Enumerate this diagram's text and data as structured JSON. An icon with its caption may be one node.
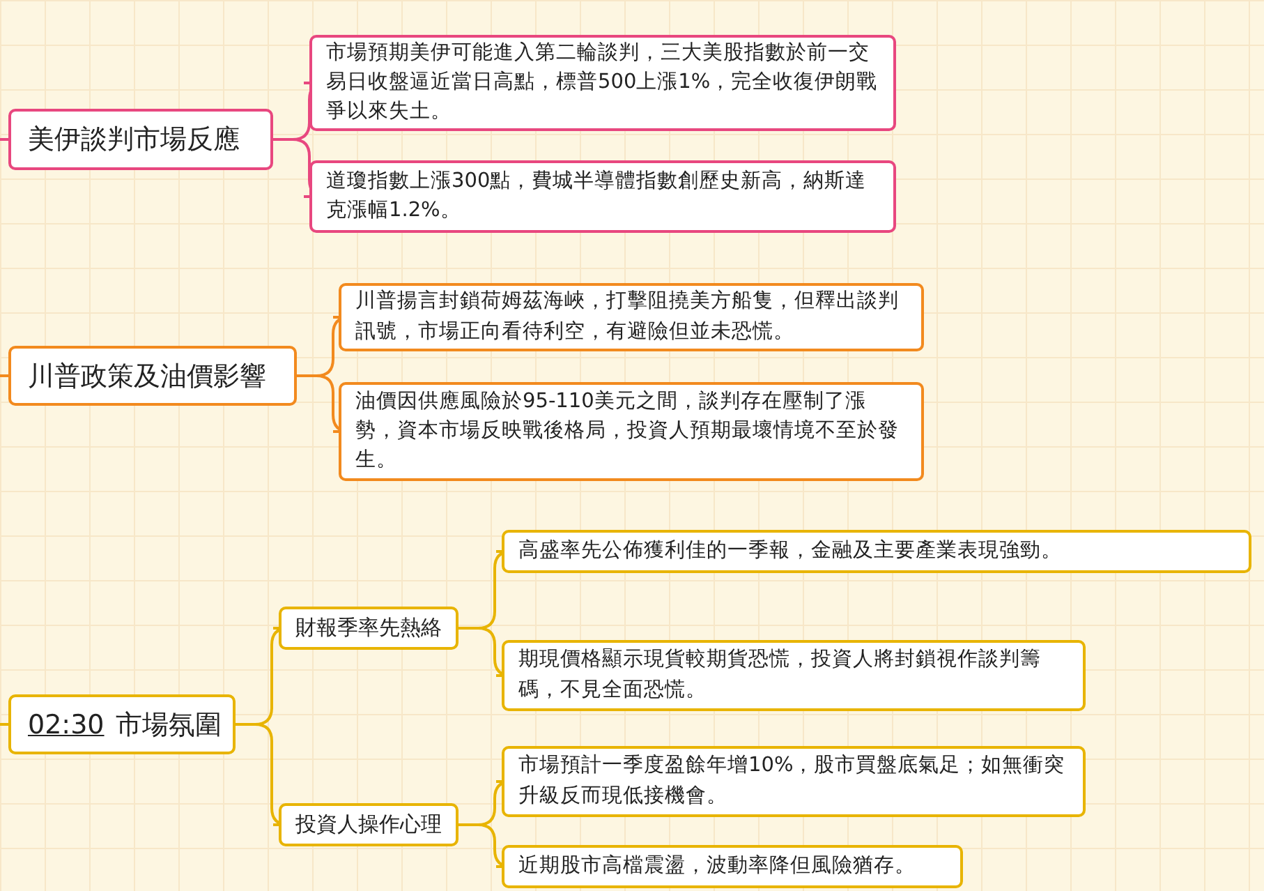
{
  "diagram": {
    "nodes": [
      {
        "text": [
          "美伊談判市場反應"
        ]
      },
      {
        "text": [
          "市場預期美伊可能進入第二輪談判，三大美股指數於前一交易日收盤逼近當日高點，標普500上漲1%，完全收復伊朗戰爭以來失土。"
        ]
      },
      {
        "text": [
          "道瓊指數上漲300點，費城半導體指數創歷史新高，納斯達克漲幅1.2%。"
        ]
      },
      {
        "text": [
          "川普政策及油價影響"
        ]
      },
      {
        "text": [
          "川普揚言封鎖荷姆茲海峽，打擊阻撓美方船隻，但釋出談判訊號，市場正向看待利空，有避險但並未恐慌。"
        ]
      },
      {
        "text": [
          "油價因供應風險於95-110美元之間，談判存在壓制了漲勢，資本市場反映戰後格局，投資人預期最壞情境不至於發生。"
        ]
      },
      {
        "text": [
          "02:30",
          "市場氛圍"
        ]
      },
      {
        "text": [
          "財報季率先熱絡"
        ]
      },
      {
        "text": [
          "投資人操作心理"
        ]
      },
      {
        "text": [
          "高盛率先公佈獲利佳的一季報，金融及主要產業表現強勁。"
        ]
      },
      {
        "text": [
          "期現價格顯示現貨較期貨恐慌，投資人將封鎖視作談判籌碼，不見全面恐慌。"
        ]
      },
      {
        "text": [
          "市場預計一季度盈餘年增10%，股市買盤底氣足；如無衝突升級反而現低接機會。"
        ]
      },
      {
        "text": [
          "近期股市高檔震盪，波動率降但風險猶存。"
        ]
      }
    ],
    "edges": [
      {
        "from": null,
        "to": 0,
        "arrow": "none",
        "color": "#e8477f"
      },
      {
        "from": 0,
        "to": 1,
        "arrow": "none",
        "color": "#e8477f"
      },
      {
        "from": 0,
        "to": 2,
        "arrow": "none",
        "color": "#e8477f"
      },
      {
        "from": null,
        "to": 3,
        "arrow": "none",
        "color": "#f28a1e"
      },
      {
        "from": 3,
        "to": 4,
        "arrow": "none",
        "color": "#f28a1e"
      },
      {
        "from": 3,
        "to": 5,
        "arrow": "none",
        "color": "#f28a1e"
      },
      {
        "from": null,
        "to": 6,
        "arrow": "none"
      },
      {
        "from": 6,
        "to": 7,
        "arrow": "none"
      },
      {
        "from": 6,
        "to": 8,
        "arrow": "none"
      },
      {
        "from": 7,
        "to": 9,
        "arrow": "none"
      },
      {
        "from": 7,
        "to": 10,
        "arrow": "none"
      },
      {
        "from": 8,
        "to": 11,
        "arrow": "none"
      },
      {
        "from": 8,
        "to": 12,
        "arrow": "none"
      }
    ]
  }
}
